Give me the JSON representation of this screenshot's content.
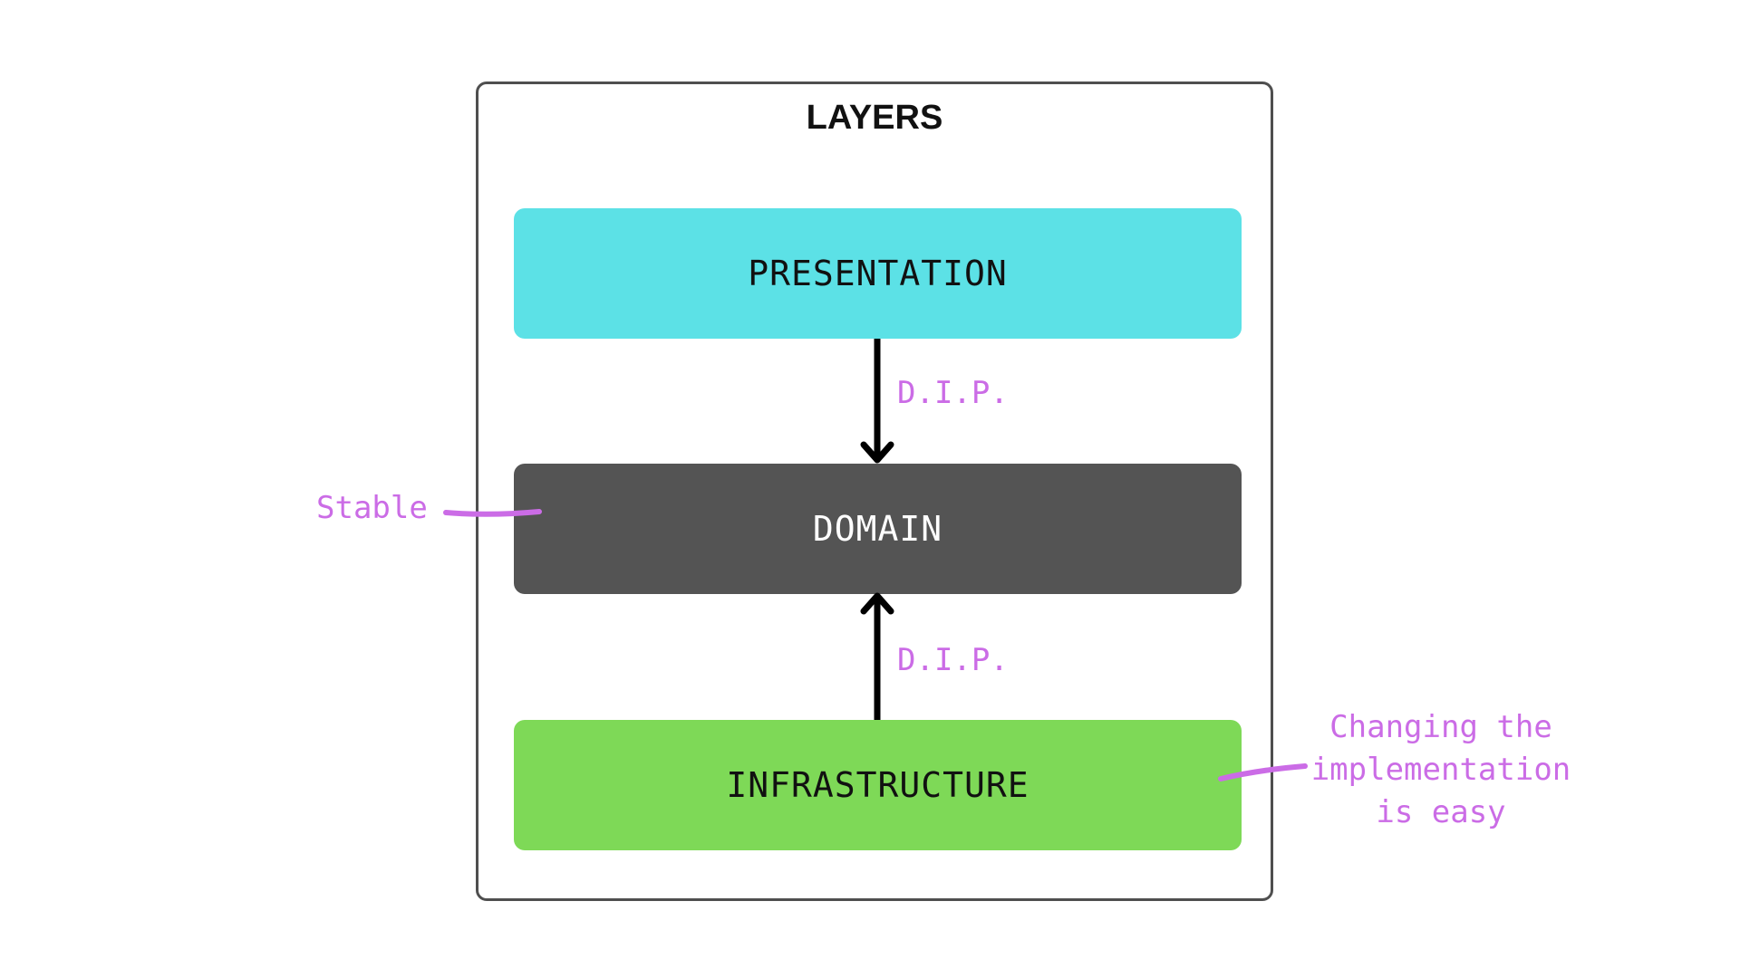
{
  "diagram": {
    "title": "LAYERS",
    "layers": {
      "presentation": "PRESENTATION",
      "domain": "DOMAIN",
      "infrastructure": "INFRASTRUCTURE"
    },
    "arrow_labels": [
      "D.I.P.",
      "D.I.P."
    ],
    "annotations": {
      "stable": "Stable",
      "changing": [
        "Changing the",
        "implementation",
        "is easy"
      ]
    },
    "colors": {
      "presentation": "#5ce1e6",
      "domain": "#545454",
      "infrastructure": "#7ed957",
      "annotation": "#cb6ce6",
      "border": "#4f4f4f"
    }
  }
}
